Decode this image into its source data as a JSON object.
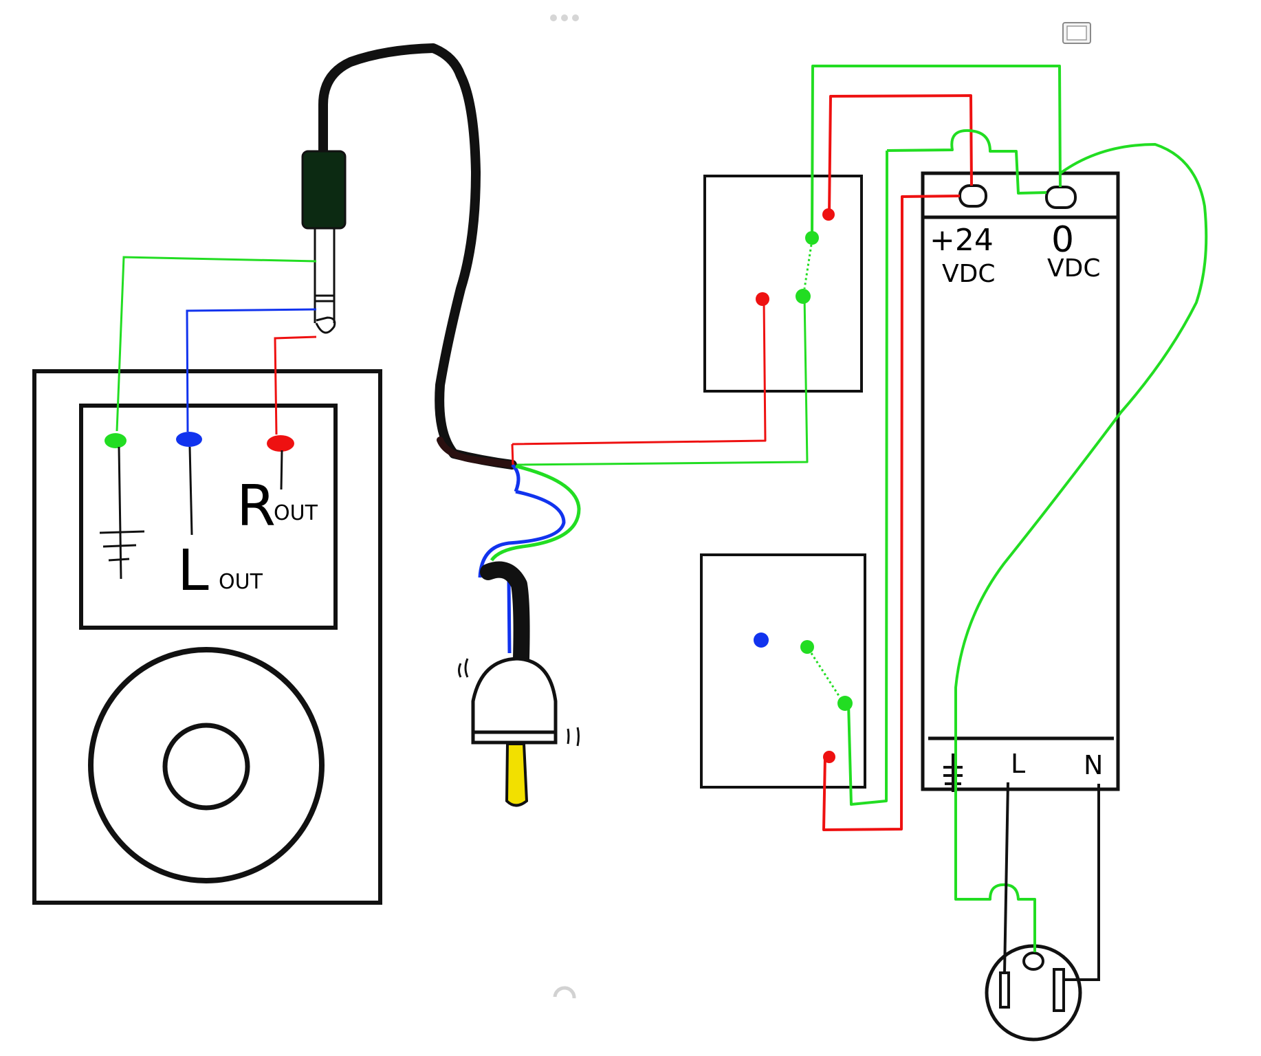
{
  "ui": {
    "drag_handle_icon": "ellipsis-drag-handle",
    "window_button_icon": "window-toggle",
    "loading_icon": "spinner"
  },
  "colors": {
    "ink": "#111111",
    "green": "#22dd22",
    "red": "#ee1111",
    "blue": "#1133ee",
    "plug_pin": "#f2e000",
    "jack_body": "#0c2a12",
    "ui_gray": "#cfcfcf"
  },
  "audio_device": {
    "ground_symbol": "⏚",
    "left_label": "L",
    "left_subscript": "OUT",
    "right_label": "R",
    "right_subscript": "OUT"
  },
  "power_supply": {
    "pos_terminal_label": "+24",
    "pos_terminal_unit": "VDC",
    "neg_terminal_label": "0",
    "neg_terminal_unit": "VDC",
    "ground_label": "⏚",
    "line_label": "L",
    "neutral_label": "N"
  }
}
